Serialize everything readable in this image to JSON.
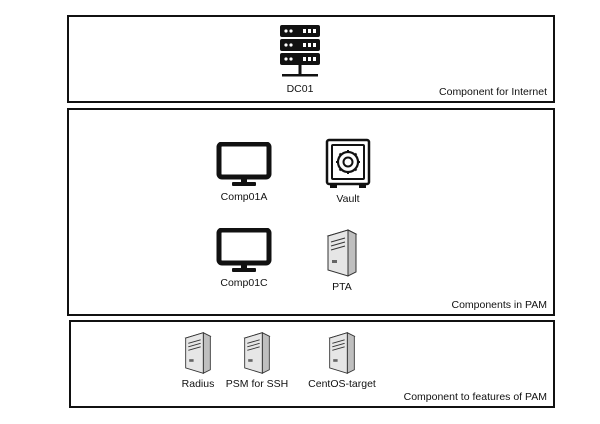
{
  "zones": {
    "internet": {
      "label": "Component for Internet"
    },
    "pam": {
      "label": "Components in PAM"
    },
    "features": {
      "label": "Component to features of PAM"
    }
  },
  "nodes": {
    "dc01": {
      "label": "DC01",
      "icon": "rack-server-icon"
    },
    "comp01a": {
      "label": "Comp01A",
      "icon": "monitor-icon"
    },
    "vault": {
      "label": "Vault",
      "icon": "vault-safe-icon"
    },
    "comp01c": {
      "label": "Comp01C",
      "icon": "monitor-icon"
    },
    "pta": {
      "label": "PTA",
      "icon": "tower-server-icon"
    },
    "radius": {
      "label": "Radius",
      "icon": "tower-server-icon"
    },
    "psm_ssh": {
      "label": "PSM for SSH",
      "icon": "tower-server-icon"
    },
    "centos": {
      "label": "CentOS-target",
      "icon": "tower-server-icon"
    }
  },
  "colors": {
    "stroke": "#111111",
    "server_light": "#f2f2f2",
    "server_shade": "#bfbfbf"
  }
}
